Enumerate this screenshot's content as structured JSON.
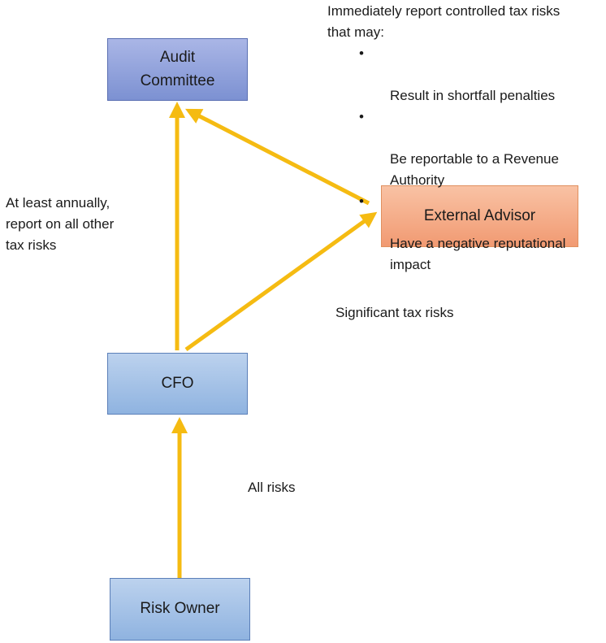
{
  "colors": {
    "arrow": "#f5bb12",
    "blue_node": "#a6c3e8",
    "violet_node": "#93a3dc",
    "orange_node": "#f4ad89"
  },
  "nodes": {
    "audit_committee": "Audit\nCommittee",
    "external_advisor": "External Advisor",
    "cfo": "CFO",
    "risk_owner": "Risk Owner"
  },
  "labels": {
    "annual_report": "At least annually,\nreport  on all other\ntax risks",
    "significant": "Significant tax risks",
    "all_risks": "All risks"
  },
  "escalation_note": {
    "intro": "Immediately report controlled tax risks\nthat may:",
    "bullet_symbol": "•",
    "items": [
      "Result in shortfall  penalties",
      "Be reportable  to a Revenue\nAuthority",
      "Have a negative reputational\nimpact"
    ]
  },
  "edges": [
    {
      "from": "Risk Owner",
      "to": "CFO"
    },
    {
      "from": "CFO",
      "to": "Audit Committee"
    },
    {
      "from": "CFO",
      "to": "External Advisor"
    },
    {
      "from": "External Advisor",
      "to": "Audit Committee"
    }
  ]
}
